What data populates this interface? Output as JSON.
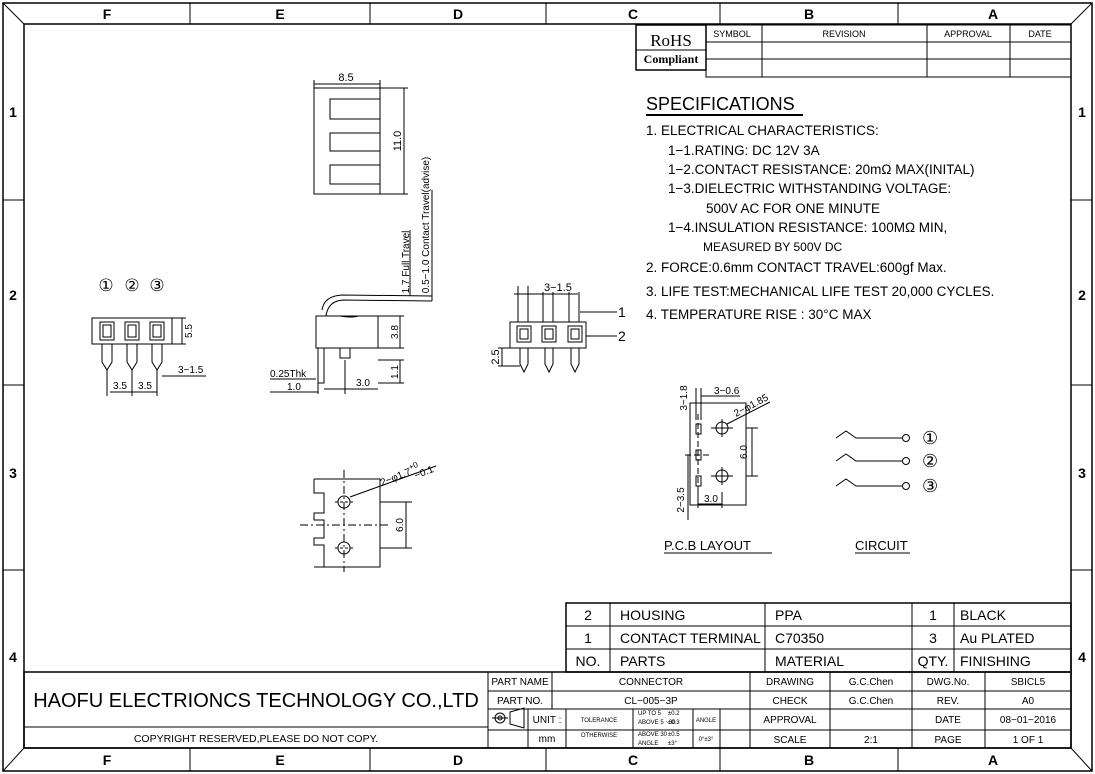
{
  "border": {
    "columns": [
      "F",
      "E",
      "D",
      "C",
      "B",
      "A"
    ],
    "rows": [
      "1",
      "2",
      "3",
      "4"
    ]
  },
  "rohs": {
    "line1": "RoHS",
    "line2": "Compliant"
  },
  "revision_table": {
    "symbol": "SYMBOL",
    "revision": "REVISION",
    "approval": "APPROVAL",
    "date": "DATE"
  },
  "specifications": {
    "title": "SPECIFICATIONS",
    "lines": [
      "1. ELECTRICAL CHARACTERISTICS:",
      "1−1.RATING: DC 12V 3A",
      "1−2.CONTACT RESISTANCE: 20mΩ MAX(INITAL)",
      "1−3.DIELECTRIC WITHSTANDING VOLTAGE:",
      "500V AC FOR ONE MINUTE",
      "1−4.INSULATION RESISTANCE: 100MΩ MIN,",
      "MEASURED BY 500V DC",
      "2. FORCE:0.6mm CONTACT TRAVEL:600gf Max.",
      "3. LIFE TEST:MECHANICAL LIFE TEST 20,000 CYCLES.",
      "4. TEMPERATURE RISE : 30°C MAX"
    ]
  },
  "drawing_labels": {
    "top_width": "8.5",
    "top_height": "11.0",
    "full_travel": "1.7 Full Travel",
    "contact_travel": "0.5−1.0 Contact Travel(advise)",
    "pins": [
      "①",
      "②",
      "③"
    ],
    "front_h": "5.5",
    "front_pitch1": "3.5",
    "front_pitch2": "3.5",
    "front_3x": "3−1.5",
    "side_38": "3.8",
    "side_11": "1.1",
    "side_thk": "0.25Thk",
    "side_10": "1.0",
    "side_30": "3.0",
    "bot_hole": "2−φ1.7",
    "bot_tol_plus": "+0",
    "bot_tol_minus": "−0.1",
    "bot_60": "6.0",
    "mid_3x": "3−1.5",
    "mid_25": "2.5",
    "mid_call1": "1",
    "mid_call2": "2",
    "pcb_318": "3−1.8",
    "pcb_306": "3−0.6",
    "pcb_2185": "2−φ1.85",
    "pcb_60": "6.0",
    "pcb_235": "2−3.5",
    "pcb_30": "3.0",
    "pcb_layout": "P.C.B LAYOUT",
    "circuit": "CIRCUIT",
    "circuit_pins": [
      "①",
      "②",
      "③"
    ]
  },
  "bom": {
    "rows": [
      {
        "no": "2",
        "part": "HOUSING",
        "material": "PPA",
        "qty": "1",
        "finish": "BLACK"
      },
      {
        "no": "1",
        "part": "CONTACT TERMINAL",
        "material": "C70350",
        "qty": "3",
        "finish": "Au PLATED"
      }
    ],
    "header": {
      "no": "NO.",
      "part": "PARTS",
      "material": "MATERIAL",
      "qty": "QTY.",
      "finish": "FINISHING"
    }
  },
  "title_block": {
    "company": "HAOFU ELECTRIONCS TECHNOLOGY CO.,LTD",
    "copyright": "COPYRIGHT RESERVED,PLEASE DO NOT COPY.",
    "part_name_label": "PART NAME",
    "part_name": "CONNECTOR",
    "part_no_label": "PART NO.",
    "part_no": "CL−005−3P",
    "unit_label": "UNIT :",
    "unit": "mm",
    "tolerance_label": "TOLERANCE",
    "otherwise_label": "OTHERWISE",
    "tol_rows": [
      {
        "range": "UP TO 5",
        "val": "±0.2"
      },
      {
        "range": "ABOVE 5 ~30",
        "val": "±0.3"
      },
      {
        "range": "ABOVE 30",
        "val": "±0.5"
      },
      {
        "range": "ANGLE",
        "val": "±3°"
      }
    ],
    "angle_label": "ANGLE",
    "angle_val": "0°±3°",
    "drawing_label": "DRAWING",
    "drawing": "G.C.Chen",
    "check_label": "CHECK",
    "check": "G.C.Chen",
    "approval_label": "APPROVAL",
    "approval": "",
    "scale_label": "SCALE",
    "scale": "2:1",
    "dwgno_label": "DWG.No.",
    "dwgno": "SBICL5",
    "rev_label": "REV.",
    "rev": "A0",
    "date_label": "DATE",
    "date": "08−01−2016",
    "page_label": "PAGE",
    "page": "1 OF 1"
  }
}
